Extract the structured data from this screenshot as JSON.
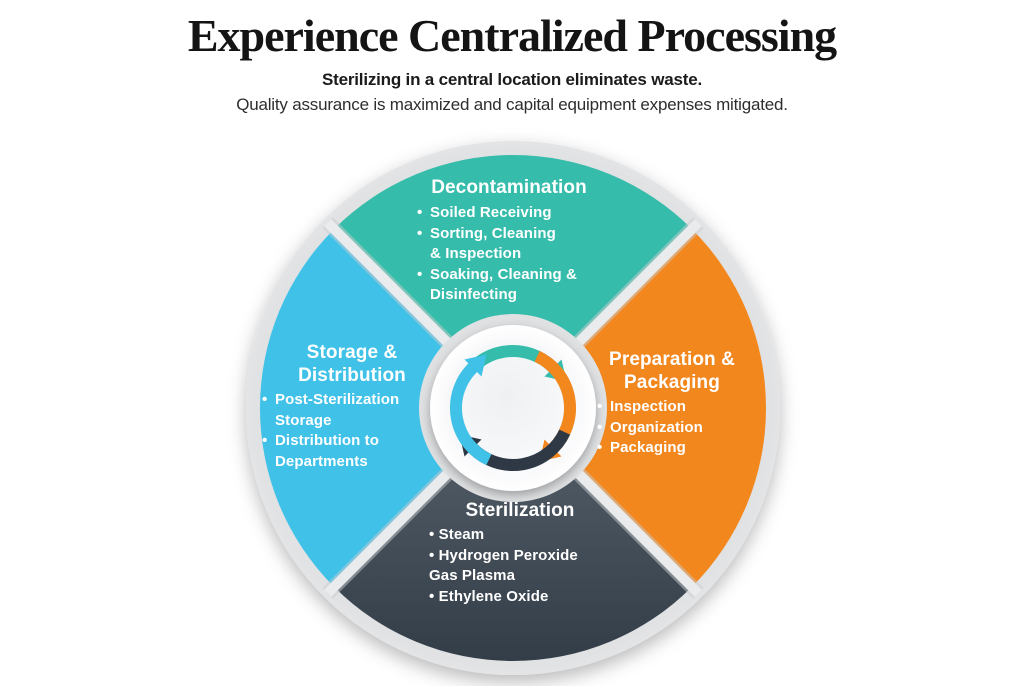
{
  "header": {
    "title": "Experience Centralized Processing",
    "subtitle_bold": "Sterilizing in a central location eliminates waste.",
    "subtitle": "Quality assurance is maximized and capital equipment expenses mitigated."
  },
  "wheel": {
    "center_icon": "cycle-arrows",
    "colors": {
      "teal": "#35BCAB",
      "orange": "#F2871E",
      "blue": "#3FC1E8",
      "slate_light": "#57616B",
      "slate_dark": "#333D47",
      "arrow_dark": "#2E3945",
      "rim_gray": "#E8E9EA",
      "gap_gray": "#EAEBED"
    },
    "segments": [
      {
        "id": "decontamination",
        "title": "Decontamination",
        "color": "#35BCAB",
        "bullets": [
          "Soiled Receiving",
          "Sorting, Cleaning\n& Inspection",
          "Soaking, Cleaning &\nDisinfecting"
        ]
      },
      {
        "id": "preparation-packaging",
        "title": "Preparation &\nPackaging",
        "color": "#F2871E",
        "bullets": [
          "Inspection",
          "Organization",
          "Packaging"
        ]
      },
      {
        "id": "sterilization",
        "title": "Sterilization",
        "color": "#444E58",
        "bullets": [
          "Steam",
          "Hydrogen Peroxide\nGas Plasma",
          "Ethylene Oxide"
        ]
      },
      {
        "id": "storage-distribution",
        "title": "Storage &\nDistribution",
        "color": "#3FC1E8",
        "bullets": [
          "Post-Sterilization\nStorage",
          "Distribution to\nDepartments"
        ]
      }
    ]
  }
}
